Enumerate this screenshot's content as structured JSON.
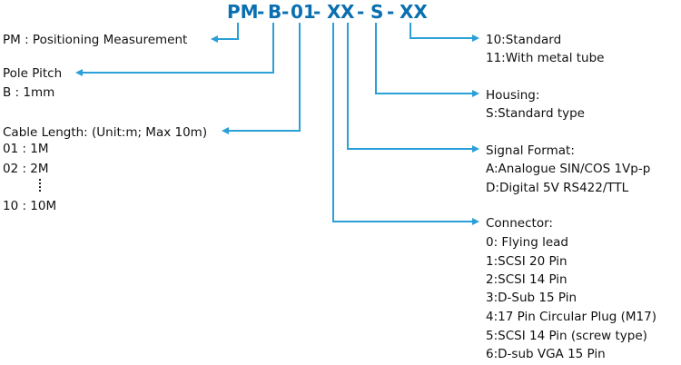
{
  "code": {
    "segments": [
      "PM",
      "-",
      "B",
      "-",
      "01",
      "-",
      "X",
      "X",
      "-",
      "S",
      "-",
      "XX"
    ]
  },
  "left_blocks": [
    {
      "id": "pm",
      "lines": [
        "PM : Positioning Measurement"
      ]
    },
    {
      "id": "pitch",
      "lines": [
        "Pole Pitch",
        "B : 1mm"
      ]
    },
    {
      "id": "cable",
      "lines": [
        "Cable Length: (Unit:m; Max 10m)",
        "01 : 1M",
        "02 : 2M",
        "10 : 10M"
      ]
    }
  ],
  "right_blocks": [
    {
      "id": "tube",
      "lines": [
        "10:Standard",
        "11:With metal tube"
      ]
    },
    {
      "id": "housing",
      "lines": [
        "Housing:",
        "S:Standard type"
      ]
    },
    {
      "id": "signal",
      "lines": [
        "Signal Format:",
        "A:Analogue SIN/COS 1Vp-p",
        "D:Digital 5V RS422/TTL"
      ]
    },
    {
      "id": "connector",
      "lines": [
        "Connector:",
        "0: Flying lead",
        "1:SCSI 20 Pin",
        "2:SCSI 14 Pin",
        "3:D-Sub 15 Pin",
        "4:17 Pin Circular Plug (M17)",
        "5:SCSI 14 Pin (screw type)",
        "6:D-sub VGA 15 Pin"
      ]
    }
  ],
  "colors": {
    "code_text": "#0a6fb0",
    "connector_line": "#2a9fd8",
    "label_text": "#111111"
  }
}
